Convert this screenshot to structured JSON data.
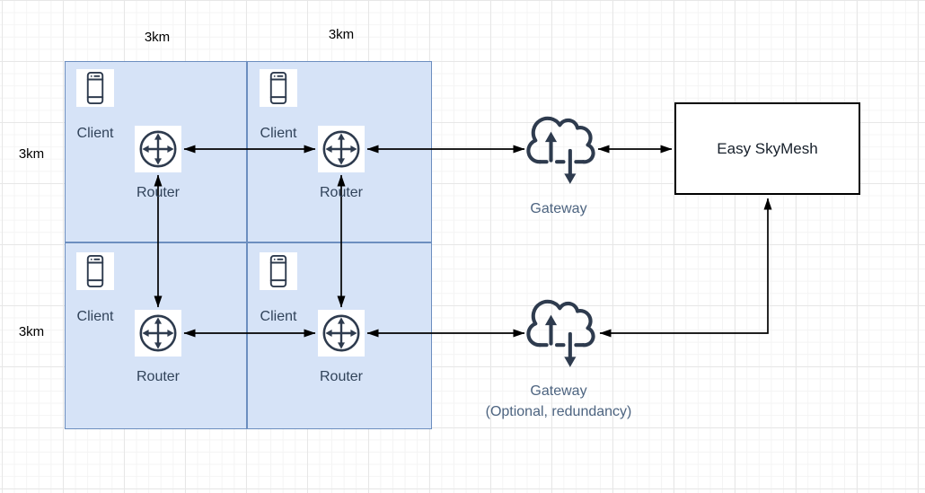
{
  "diagram_type": "network-topology",
  "distance_labels": {
    "top": [
      "3km",
      "3km"
    ],
    "left": [
      "3km",
      "3km"
    ]
  },
  "zones": [
    {
      "client_label": "Client",
      "router_label": "Router"
    },
    {
      "client_label": "Client",
      "router_label": "Router"
    },
    {
      "client_label": "Client",
      "router_label": "Router"
    },
    {
      "client_label": "Client",
      "router_label": "Router"
    }
  ],
  "gateways": [
    {
      "label": "Gateway",
      "sublabel": ""
    },
    {
      "label": "Gateway",
      "sublabel": "(Optional, redundancy)"
    }
  ],
  "server_box": {
    "label": "Easy SkyMesh"
  },
  "icons": {
    "client": "smartphone-icon",
    "router": "router-icon",
    "gateway": "cloud-up-down-arrows-icon"
  },
  "colors": {
    "zone_fill": "#d6e3f7",
    "zone_border": "#6c8ebf",
    "icon_stroke": "#2e3b4e",
    "shape_label": "#31435a",
    "gateway_label": "#4d6480",
    "distance_label": "#000000",
    "arrow": "#000000",
    "server_box_border": "#000000",
    "canvas_bg": "#ffffff"
  }
}
